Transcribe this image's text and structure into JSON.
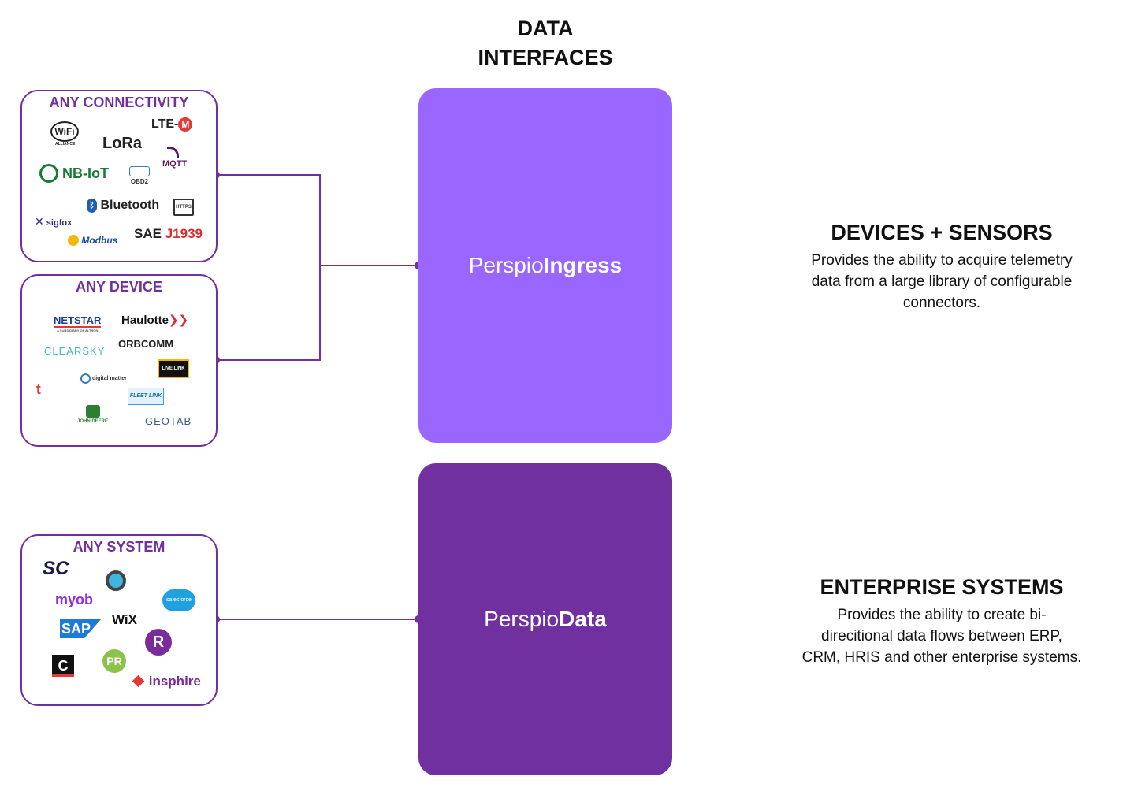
{
  "heading": {
    "line1": "DATA",
    "line2": "INTERFACES"
  },
  "connectivity": {
    "title": "ANY CONNECTIVITY",
    "logos": [
      "WiFi",
      "ALLIANCE",
      "LTE-",
      "M",
      "LoRa",
      "MQTT",
      "NB-IoT",
      "OBD2",
      "Bluetooth",
      "HTTPS",
      "sigfox",
      "SAE",
      "J1939",
      "Modbus"
    ]
  },
  "device": {
    "title": "ANY DEVICE",
    "logos": [
      "NETSTAR",
      "A SUBSIDIARY OF ALTRON",
      "Haulotte",
      "CLEARSKY",
      "ORBCOMM",
      "LIVE LINK",
      "digital matter",
      "FLEET LINK",
      "JOHN DEERE",
      "GEOTAB"
    ]
  },
  "system": {
    "title": "ANY SYSTEM",
    "logos": [
      "SC",
      "myob",
      "salesforce",
      "SAP",
      "WiX",
      "R",
      "PR",
      "C",
      "insphire"
    ]
  },
  "ingress": {
    "prefix": "Perspio",
    "suffix": "Ingress"
  },
  "datapanel": {
    "prefix": "Perspio",
    "suffix": "Data"
  },
  "devices_sensors": {
    "title": "DEVICES + SENSORS",
    "line1": "Provides the ability to acquire telemetry",
    "line2": "data from a large library of configurable",
    "line3": "connectors."
  },
  "enterprise": {
    "title": "ENTERPRISE SYSTEMS",
    "line1": "Provides the ability to create bi-",
    "line2": "direcitional data flows between ERP,",
    "line3": "CRM, HRIS and other enterprise systems."
  },
  "colors": {
    "accent": "#7030a0",
    "ingress": "#9966ff",
    "data": "#7030a0"
  }
}
